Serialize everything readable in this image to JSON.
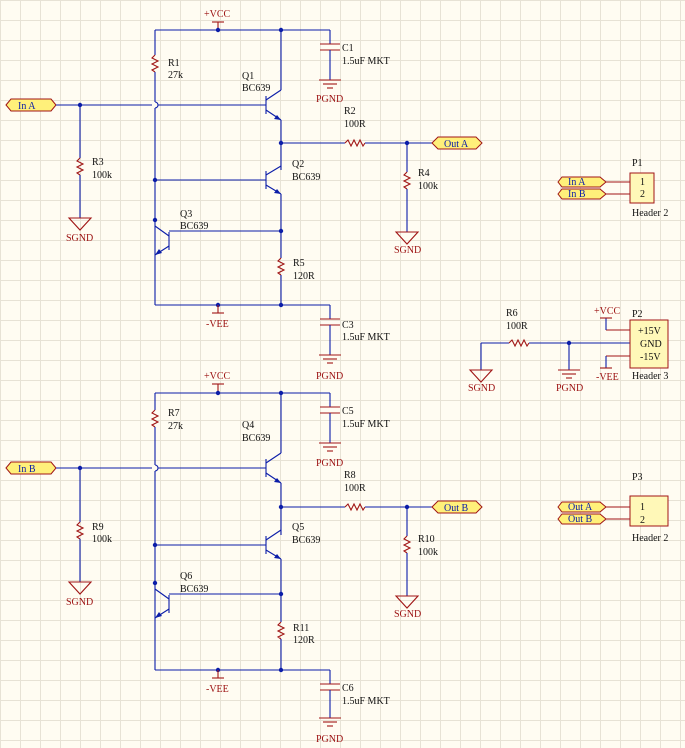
{
  "power": {
    "vcc": "+VCC",
    "vee": "-VEE",
    "pgnd": "PGND",
    "sgnd": "SGND"
  },
  "caps": [
    {
      "ref": "C1",
      "value": "1.5uF MKT"
    },
    {
      "ref": "C3",
      "value": "1.5uF MKT"
    },
    {
      "ref": "C5",
      "value": "1.5uF MKT"
    },
    {
      "ref": "C6",
      "value": "1.5uF MKT"
    }
  ],
  "resistors": [
    {
      "ref": "R1",
      "value": "27k"
    },
    {
      "ref": "R2",
      "value": "100R"
    },
    {
      "ref": "R3",
      "value": "100k"
    },
    {
      "ref": "R4",
      "value": "100k"
    },
    {
      "ref": "R5",
      "value": "120R"
    },
    {
      "ref": "R6",
      "value": "100R"
    },
    {
      "ref": "R7",
      "value": "27k"
    },
    {
      "ref": "R8",
      "value": "100R"
    },
    {
      "ref": "R9",
      "value": "100k"
    },
    {
      "ref": "R10",
      "value": "100k"
    },
    {
      "ref": "R11",
      "value": "120R"
    }
  ],
  "transistors": [
    {
      "ref": "Q1",
      "value": "BC639"
    },
    {
      "ref": "Q2",
      "value": "BC639"
    },
    {
      "ref": "Q3",
      "value": "BC639"
    },
    {
      "ref": "Q4",
      "value": "BC639"
    },
    {
      "ref": "Q5",
      "value": "BC639"
    },
    {
      "ref": "Q6",
      "value": "BC639"
    }
  ],
  "ports": {
    "in_a": "In A",
    "in_b": "In B",
    "out_a": "Out A",
    "out_b": "Out B"
  },
  "headers": [
    {
      "ref": "P1",
      "name": "Header 2",
      "pins": [
        "1",
        "2"
      ],
      "nets": [
        "In A",
        "In B"
      ]
    },
    {
      "ref": "P2",
      "name": "Header 3",
      "pins": [
        "+15V",
        "GND",
        "-15V"
      ],
      "nets": [
        "+VCC",
        "-VEE"
      ]
    },
    {
      "ref": "P3",
      "name": "Header 2",
      "pins": [
        "1",
        "2"
      ],
      "nets": [
        "Out A",
        "Out B"
      ]
    }
  ]
}
